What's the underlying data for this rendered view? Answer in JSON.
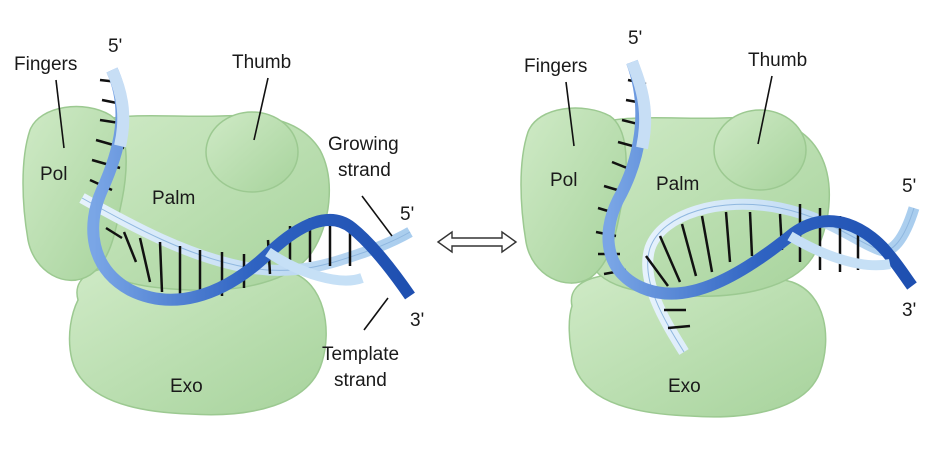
{
  "panels": [
    {
      "id": "left",
      "labels": {
        "fingers": "Fingers",
        "thumb": "Thumb",
        "pol": "Pol",
        "palm": "Palm",
        "exo": "Exo",
        "growing_line1": "Growing",
        "growing_line2": "strand",
        "template_line1": "Template",
        "template_line2": "strand"
      },
      "ends": {
        "top": "5'",
        "right_top": "5'",
        "right_bottom": "3'"
      }
    },
    {
      "id": "right",
      "labels": {
        "fingers": "Fingers",
        "thumb": "Thumb",
        "pol": "Pol",
        "palm": "Palm",
        "exo": "Exo"
      },
      "ends": {
        "top": "5'",
        "right_top": "5'",
        "right_bottom": "3'"
      }
    }
  ],
  "connector": {
    "icon": "double-arrow-icon"
  },
  "colors": {
    "protein_fill": "#b9dfb0",
    "protein_stroke": "#8fbf85",
    "template_strand": "#3f72c9",
    "growing_strand": "#bcd9f2",
    "base_pair": "#111111"
  }
}
